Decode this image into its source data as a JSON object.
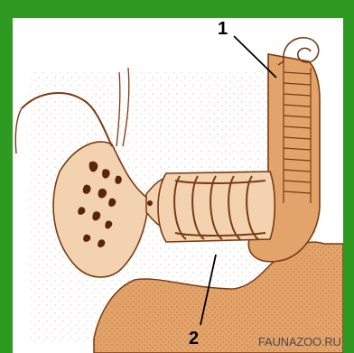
{
  "figure": {
    "labels": {
      "one": "1",
      "two": "2"
    },
    "watermark": "FAUNAZOO.RU"
  },
  "colors": {
    "frame_green": "#2f9a22",
    "tissue_orange": "#e3a46c",
    "tissue_light": "#f0c49a",
    "outline_brown": "#7a3b12",
    "dark_brown": "#5a2608"
  },
  "icons": [
    "coiled-tube-icon",
    "eye-spot-icon"
  ]
}
